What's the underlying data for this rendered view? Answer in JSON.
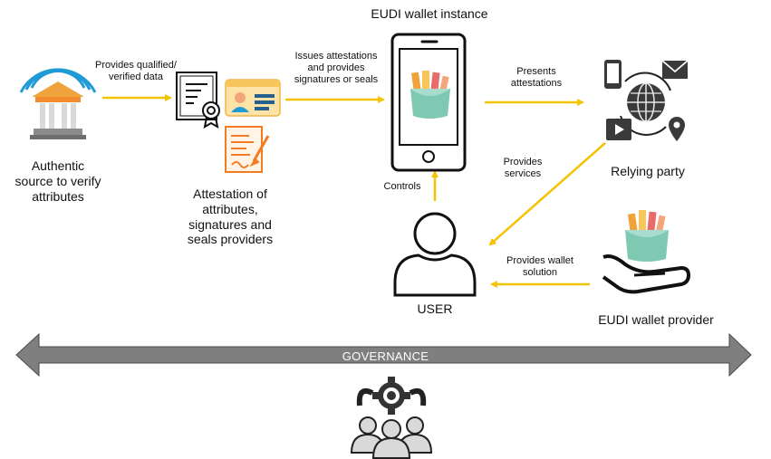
{
  "nodes": {
    "authentic_source": "Authentic\nsource to verify\nattributes",
    "attestation_providers": "Attestation of\nattributes,\nsignatures and\nseals providers",
    "wallet_instance": "EUDI wallet instance",
    "relying_party": "Relying party",
    "user": "USER",
    "wallet_provider": "EUDI wallet provider"
  },
  "edges": {
    "provides_data": "Provides qualified/\nverified data",
    "issues": "Issues attestations\nand provides\nsignatures or seals",
    "presents": "Presents\nattestations",
    "provides_services": "Provides\nservices",
    "controls": "Controls",
    "provides_wallet": "Provides wallet\nsolution"
  },
  "governance": {
    "label": "GOVERNANCE"
  },
  "colors": {
    "arrow": "#f5c400",
    "governance_fill": "#7f7f7f",
    "orange": "#f47c20",
    "blue": "#1f9ad6",
    "gold": "#f0a33a"
  },
  "icons": [
    "institution-icon",
    "certificate-icon",
    "id-card-icon",
    "signed-document-icon",
    "smartphone-icon",
    "wallet-icon",
    "digital-services-icon",
    "user-icon",
    "hand-wallet-icon",
    "governance-team-icon"
  ]
}
